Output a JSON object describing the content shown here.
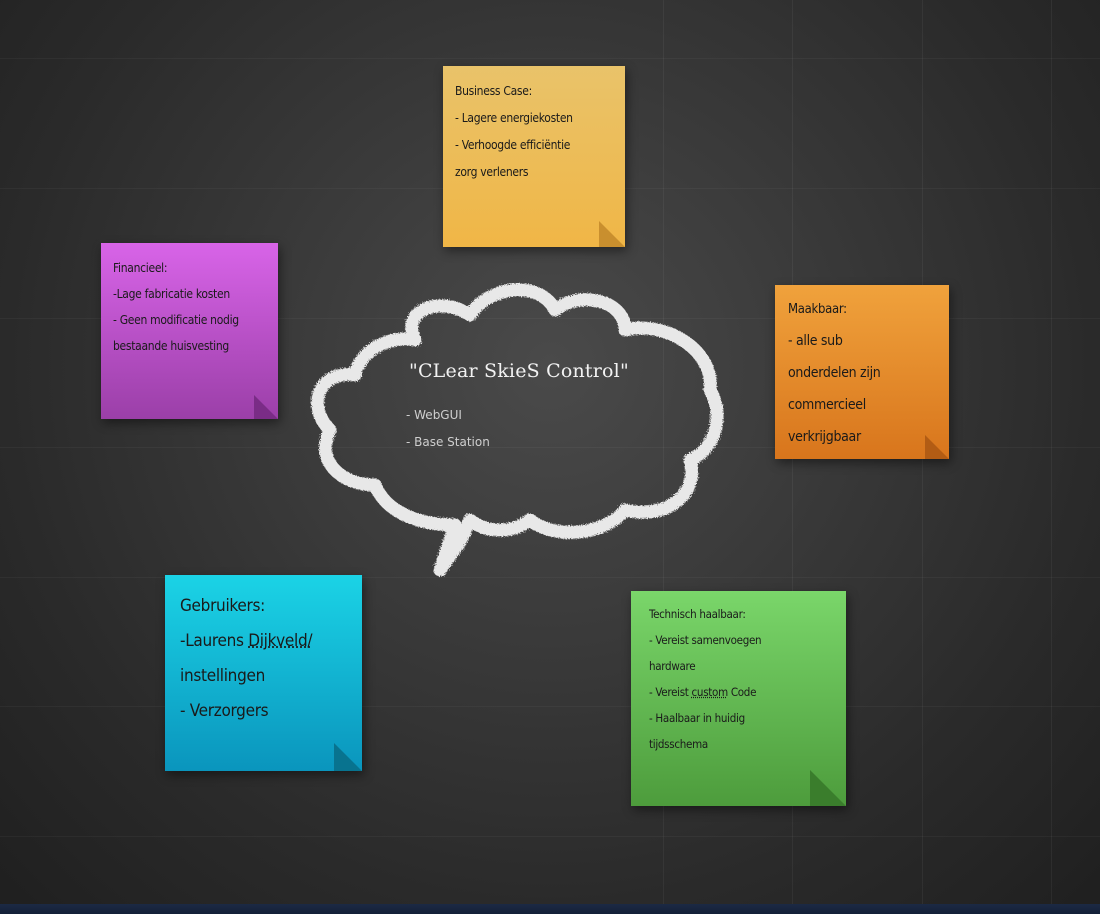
{
  "cloud": {
    "title": "\"CLear SkieS Control\"",
    "items": [
      "- WebGUI",
      "- Base Station"
    ]
  },
  "notes": {
    "business": {
      "color": "#f0b646",
      "lines": [
        "Business Case:",
        "- Lagere energiekosten",
        "- Verhoogde efficiëntie",
        "zorg verleners"
      ]
    },
    "finance": {
      "color": "#c055d2",
      "lines": [
        "Financieel:",
        "-Lage fabricatie kosten",
        "- Geen modificatie nodig",
        "bestaande huisvesting"
      ]
    },
    "make": {
      "color": "#e58a2a",
      "lines": [
        "Maakbaar:",
        "- alle sub",
        "onderdelen zijn",
        "commercieel",
        "verkrijgbaar"
      ]
    },
    "users": {
      "color": "#12b5d4",
      "line1": "Gebruikers:",
      "line2_prefix": "-Laurens ",
      "line2_underlined": "Dijkveld/",
      "line3": "instellingen",
      "line4": "- Verzorgers"
    },
    "tech": {
      "color": "#63b953",
      "line1": "Technisch haalbaar:",
      "line2": "- Vereist samenvoegen",
      "line3": "hardware",
      "line4_prefix": "- Vereist ",
      "line4_underlined": "custom",
      "line4_suffix": " Code",
      "line5": "- Haalbaar in huidig",
      "line6": "tijdsschema"
    }
  }
}
